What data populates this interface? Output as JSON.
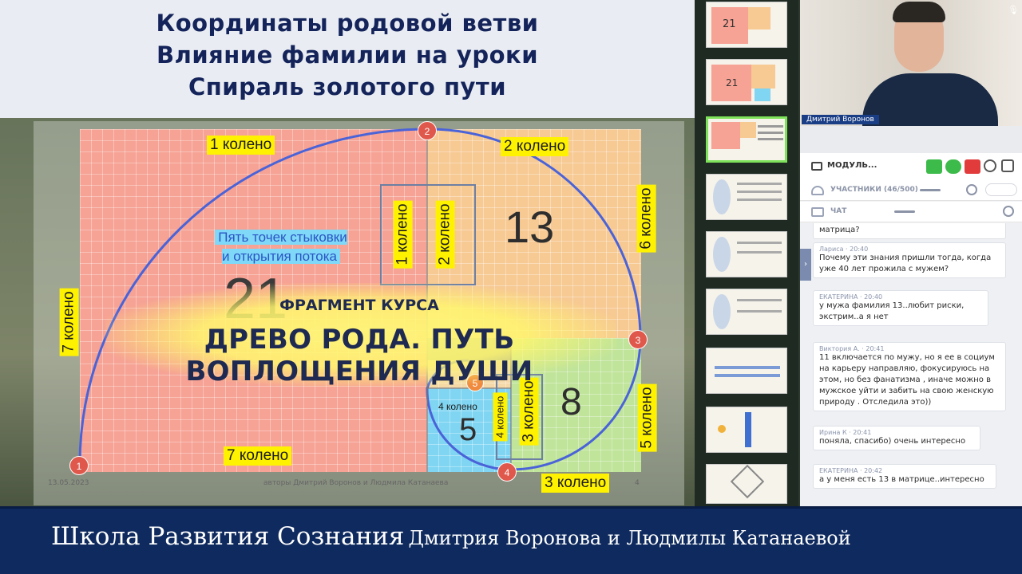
{
  "titles": [
    "Координаты родовой ветви",
    "Влияние фамилии на уроки",
    "Спираль золотого пути"
  ],
  "slide": {
    "knee_labels": {
      "k1_top": "1 колено",
      "k2_top": "2 колено",
      "k6_right": "6 колено",
      "k7_left": "7 колено",
      "k7_bottom": "7 колено",
      "k5_right": "5 колено",
      "k3_bottom": "3 колено",
      "k1_vert": "1 колено",
      "k2_vert": "2 колено",
      "k4_small": "4 колено",
      "k4_vert": "4 колено",
      "k3_vert": "3 колено"
    },
    "numbers": {
      "n21": "21",
      "n13": "13",
      "n8": "8",
      "n5": "5"
    },
    "five_points": "Пять точек стыковки\nи открытия потока",
    "dots": [
      "1",
      "2",
      "3",
      "4",
      "5"
    ],
    "date": "13.05.2023",
    "authors": "авторы Дмитрий Воронов и Людмила Катанаева",
    "page": "4"
  },
  "overlay": {
    "fragment": "ФРАГМЕНТ КУРСА",
    "course_title": "ДРЕВО РОДА. ПУТЬ ВОПЛОЩЕНИЯ ДУШИ"
  },
  "thumbs": {
    "numbers": [
      "21",
      "21"
    ]
  },
  "panel": {
    "cam_name": "Дмитрий Воронов",
    "module": "МОДУЛЬ...",
    "participants": "УЧАСТНИКИ (46/500)",
    "chat": "ЧАТ",
    "messages": [
      {
        "who": "",
        "time": "",
        "text": "матрица?"
      },
      {
        "who": "Лариса",
        "time": "20:40",
        "text": "Почему эти знания пришли тогда, когда уже 40 лет прожила с мужем?"
      },
      {
        "who": "ЕКАТЕРИНА",
        "time": "20:40",
        "text": "у мужа фамилия 13..любит риски, экстрим..а я нет"
      },
      {
        "who": "Виктория А.",
        "time": "20:41",
        "text": "11 включается по мужу, но я ее в социум на карьеру направляю, фокусируюсь на этом, но без фанатизма , иначе можно в мужское уйти и забить на свою женскую природу . Отследила это))"
      },
      {
        "who": "Ирина К",
        "time": "20:41",
        "text": "поняла, спасибо) очень интересно"
      },
      {
        "who": "ЕКАТЕРИНА",
        "time": "20:42",
        "text": "а у меня есть 13 в матрице..интересно"
      }
    ]
  },
  "footer": {
    "school": "Школа Развития Сознания",
    "authors": "Дмитрия Воронова и Людмилы Катанаевой"
  },
  "colors": {
    "title_navy": "#14245a",
    "footer_navy": "#0e2a5e",
    "highlight_yellow": "#fff200",
    "salmon": "#f6a294",
    "peach": "#f7c993",
    "green": "#bfe49a",
    "blue": "#7fd5f2",
    "spiral": "#4a63d8",
    "dot_red": "#e0584c",
    "active_thumb": "#7ee35a"
  }
}
